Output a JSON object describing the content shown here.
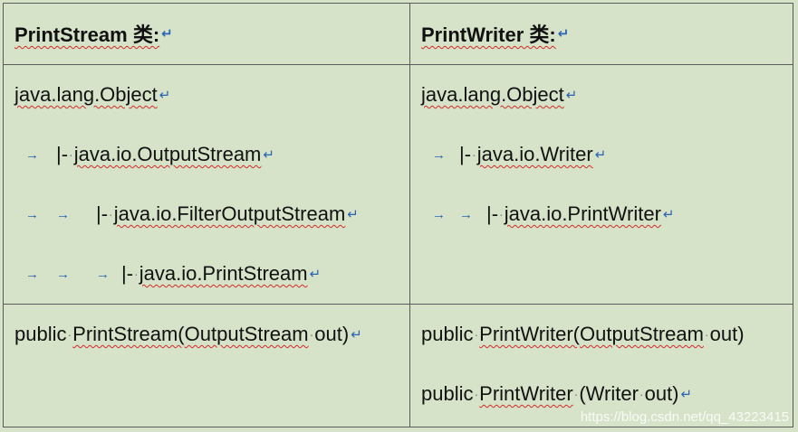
{
  "header": {
    "left": "PrintStream 类:",
    "right": "PrintWriter 类:"
  },
  "hierarchy_left": {
    "l1": "java.lang.Object",
    "l2_prefix": "|-",
    "l2": "java.io.OutputStream",
    "l3_prefix": "|-",
    "l3": "java.io.FilterOutputStream",
    "l4_prefix": "|-",
    "l4": "java.io.PrintStream"
  },
  "hierarchy_right": {
    "l1": "java.lang.Object",
    "l2_prefix": "|-",
    "l2": "java.io.Writer",
    "l3_prefix": "|-",
    "l3": "java.io.PrintWriter"
  },
  "constructors_left": {
    "c1_kw": "public",
    "c1_name": "PrintStream(",
    "c1_arg": "OutputStream",
    "c1_rest": "out)"
  },
  "constructors_right": {
    "c1_kw": "public",
    "c1_name": "PrintWriter(",
    "c1_arg": "OutputStream",
    "c1_rest": "out)",
    "c2_kw": "public",
    "c2_name": "PrintWriter",
    "c2_rest": "(Writer",
    "c2_rest2": "out)"
  },
  "symbols": {
    "paragraph_mark": "↵",
    "tab_arrow": "→",
    "space_dot": "·"
  },
  "watermark": "https://blog.csdn.net/qq_43223415",
  "colors": {
    "background": "#d6e3c9",
    "border": "#5a5a5a",
    "spellcheck": "#d42a2a",
    "format_marks": "#2a63b3"
  }
}
